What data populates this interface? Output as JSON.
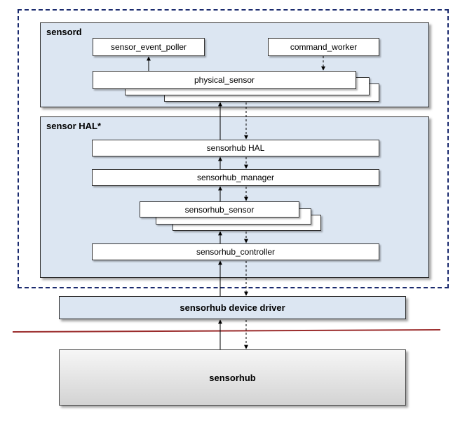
{
  "sensord": {
    "title": "sensord",
    "sensor_event_poller": "sensor_event_poller",
    "command_worker": "command_worker",
    "physical_sensor": "physical_sensor"
  },
  "sensor_hal": {
    "title": "sensor HAL*",
    "sensorhub_hal": "sensorhub HAL",
    "sensorhub_manager": "sensorhub_manager",
    "sensorhub_sensor": "sensorhub_sensor",
    "sensorhub_controller": "sensorhub_controller"
  },
  "device_driver": "sensorhub device driver",
  "sensorhub": "sensorhub",
  "colors": {
    "panel_fill": "#dce6f2",
    "frame_border": "#1a2a6e",
    "boundary_line": "#9b2c2c"
  }
}
